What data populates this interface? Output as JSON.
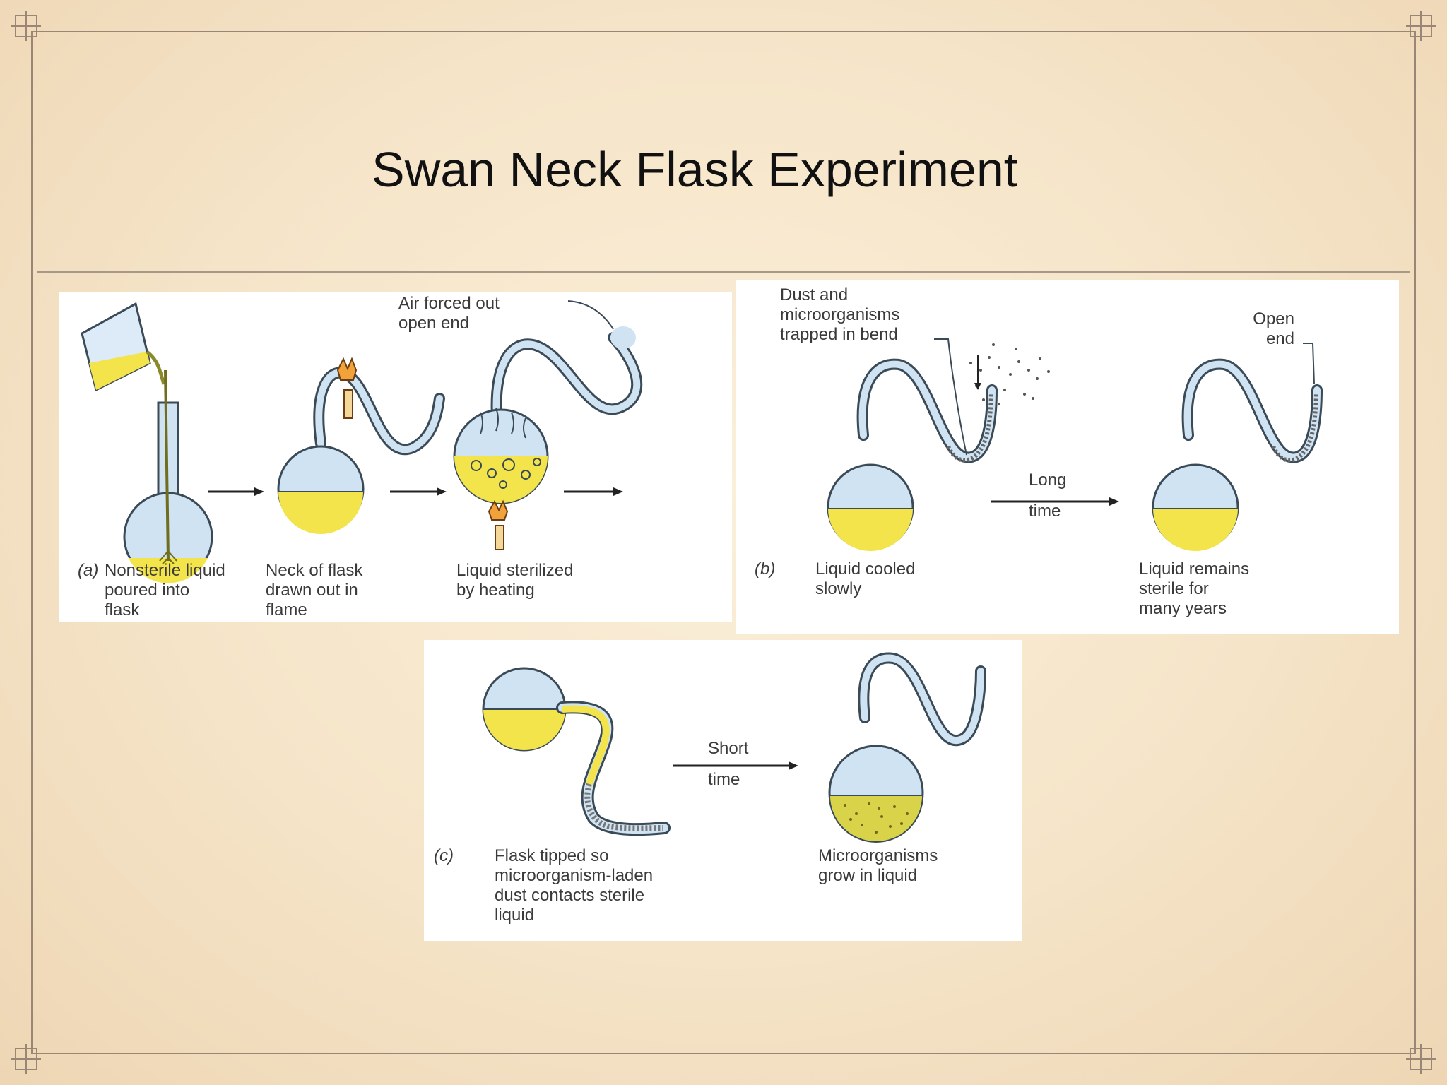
{
  "slide": {
    "title": "Swan Neck Flask Experiment"
  },
  "panel_a": {
    "tag": "(a)",
    "step1": "Nonsterile liquid\npoured into\nflask",
    "step2": "Neck of flask\ndrawn out in\nflame",
    "step3": "Liquid sterilized\nby heating",
    "callout": "Air forced out\nopen end"
  },
  "panel_b": {
    "tag": "(b)",
    "callout_dust": "Dust and\nmicroorganisms\ntrapped in bend",
    "callout_open": "Open\nend",
    "arrow_top": "Long",
    "arrow_bottom": "time",
    "step1": "Liquid cooled\nslowly",
    "step2": "Liquid remains\nsterile for\nmany years"
  },
  "panel_c": {
    "tag": "(c)",
    "arrow_top": "Short",
    "arrow_bottom": "time",
    "step1": "Flask tipped so\nmicroorganism-laden\ndust contacts sterile\nliquid",
    "step2": "Microorganisms\ngrow in liquid"
  },
  "colors": {
    "glass": "#cfe3f3",
    "liquid": "#f2e44a",
    "outline": "#3b4a57",
    "background": "#f7e8cf"
  }
}
